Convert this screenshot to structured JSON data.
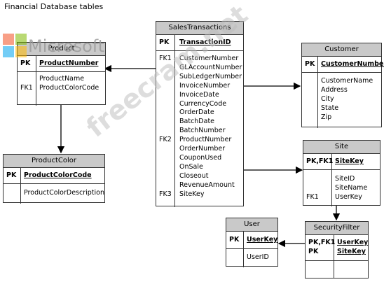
{
  "caption": "Financial Database tables",
  "watermark_logo": "Microsoft",
  "watermark_text": "freecram.net",
  "entities": {
    "product": {
      "title": "Product",
      "pk_key": "PK",
      "pk_field": "ProductNumber",
      "fields": "ProductName\nProductColorCode",
      "fk_keys": "\nFK1"
    },
    "productcolor": {
      "title": "ProductColor",
      "pk_key": "PK",
      "pk_field": "ProductColorCode",
      "fields": "ProductColorDescription"
    },
    "sales": {
      "title": "SalesTransactions",
      "pk_key": "PK",
      "pk_field": "TransactionID",
      "fields": "CustomerNumber\nGLAccountNumber\nSubLedgerNumber\nInvoiceNumber\nInvoiceDate\nCurrencyCode\nOrderDate\nBatchDate\nBatchNumber\nProductNumber\nOrderNumber\nCouponUsed\nOnSale\nCloseout\nRevenueAmount\nSiteKey",
      "fk_keys": "FK1\n\n\n\n\n\n\n\n\nFK2\n\n\n\n\n\nFK3"
    },
    "customer": {
      "title": "Customer",
      "pk_key": "PK",
      "pk_field": "CustomerNumber",
      "fields": "CustomerName\nAddress\nCity\nState\nZip"
    },
    "site": {
      "title": "Site",
      "pk_key": "PK,FK1",
      "pk_field": "SiteKey",
      "fields": "SiteID\nSiteName\nUserKey",
      "fk_keys": "\n\nFK1"
    },
    "user": {
      "title": "User",
      "pk_key": "PK",
      "pk_field": "UserKey",
      "fields": "UserID"
    },
    "security": {
      "title": "SecurityFilter",
      "pk_key": "PK,FK1\nPK",
      "pk_field": "UserKey\nSiteKey",
      "fields": ""
    }
  },
  "colors": {
    "header": "#c9c9c9",
    "border": "#333333",
    "logo_red": "#f25022",
    "logo_green": "#7fba00",
    "logo_blue": "#00a4ef",
    "logo_yellow": "#ffb900"
  }
}
